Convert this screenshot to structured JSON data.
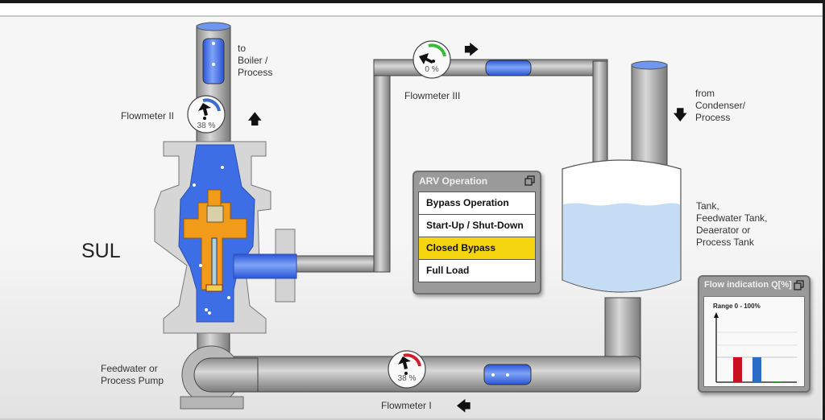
{
  "title": "SUL",
  "labels": {
    "to_boiler": "to\nBoiler /\nProcess",
    "from_condenser": "from\nCondenser/\nProcess",
    "tank": "Tank,\nFeedwater Tank,\nDeaerator or\nProcess Tank",
    "pump": "Feedwater or\nProcess Pump"
  },
  "flowmeters": [
    {
      "name": "Flowmeter I",
      "value": "38 %",
      "color": "#d0202e"
    },
    {
      "name": "Flowmeter II",
      "value": "38 %",
      "color": "#3a6fd0"
    },
    {
      "name": "Flowmeter III",
      "value": "0 %",
      "color": "#3cba3c"
    }
  ],
  "arv_panel": {
    "title": "ARV Operation",
    "items": [
      {
        "label": "Bypass Operation",
        "active": false
      },
      {
        "label": "Start-Up / Shut-Down",
        "active": false
      },
      {
        "label": "Closed Bypass",
        "active": true
      },
      {
        "label": "Full Load",
        "active": false
      }
    ],
    "active_color": "#f5d410"
  },
  "flow_panel": {
    "title": "Flow indication Q[%]",
    "range_label": "Range 0 - 100%"
  },
  "chart_data": {
    "type": "bar",
    "title": "Flow indication Q[%]",
    "subtitle": "Range 0 - 100%",
    "categories": [
      "Flowmeter I",
      "Flowmeter II",
      "Flowmeter III"
    ],
    "values": [
      38,
      38,
      0
    ],
    "colors": [
      "#c8101e",
      "#2b6cc4",
      "#3a9a3a"
    ],
    "ylim": [
      0,
      100
    ],
    "xlabel": "",
    "ylabel": "",
    "grid": true
  }
}
